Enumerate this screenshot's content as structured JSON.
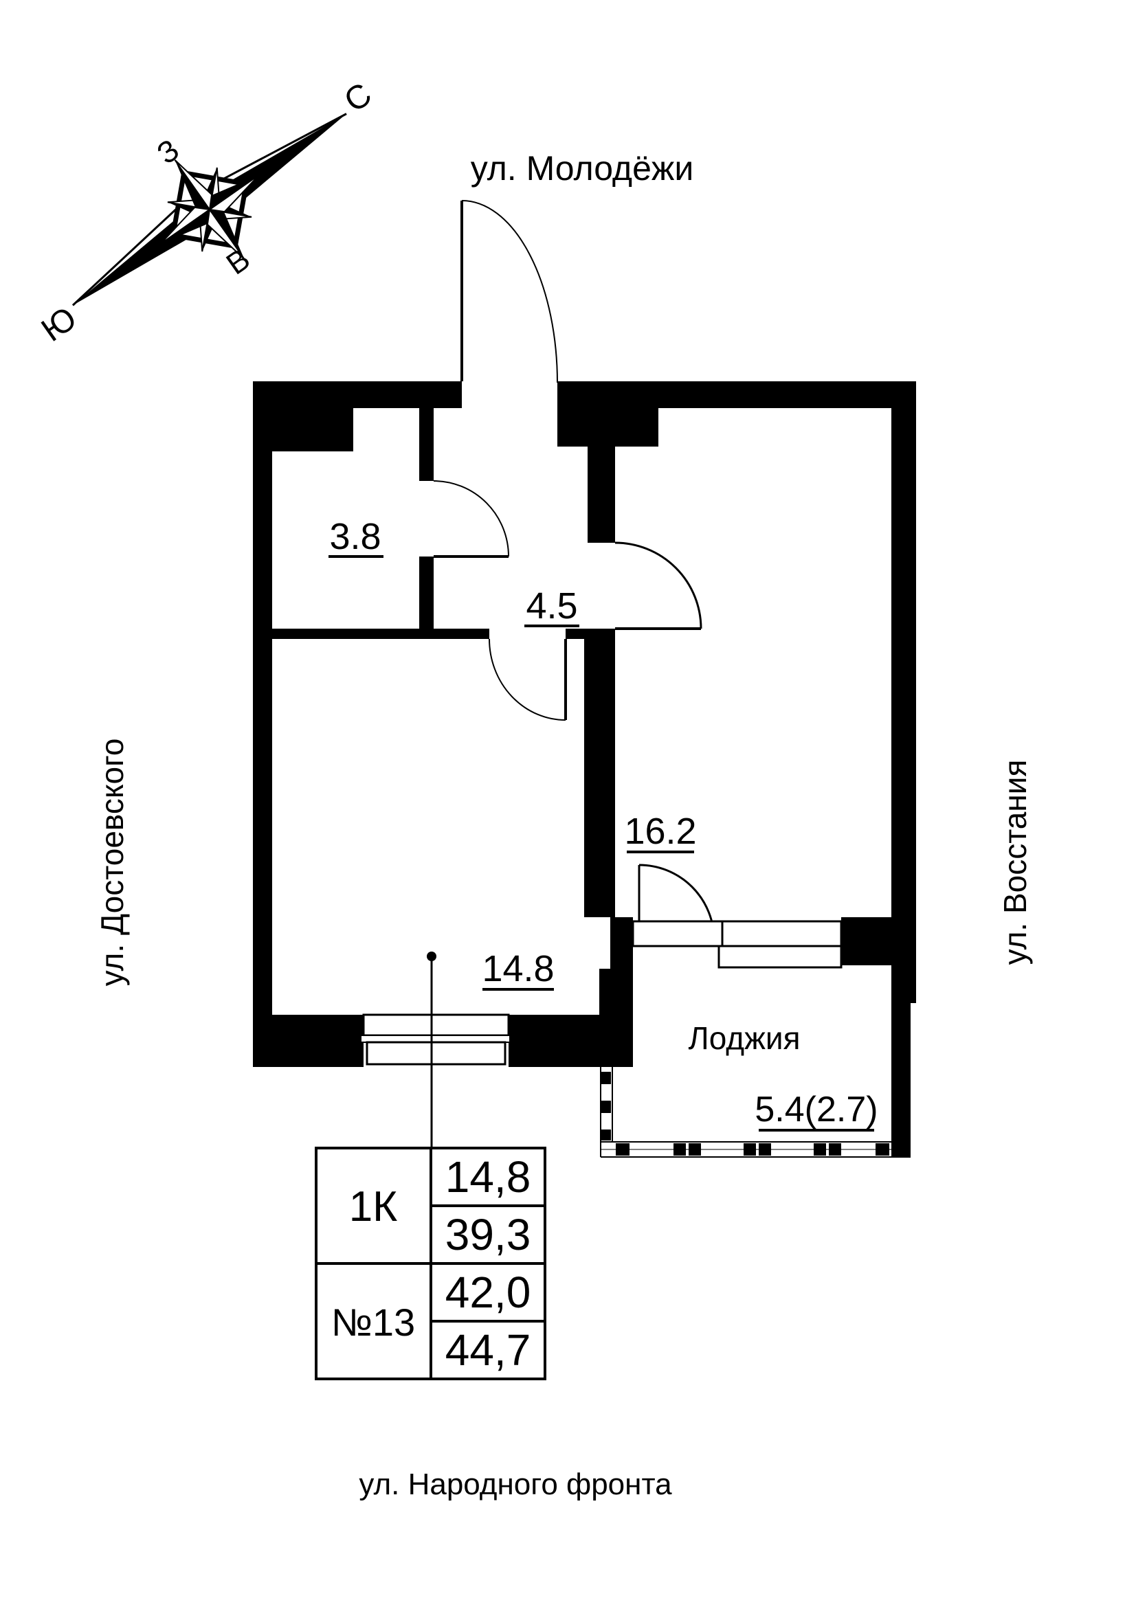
{
  "page": {
    "background": "#ffffff",
    "ink": "#000000"
  },
  "streets": {
    "top": "ул. Молодёжи",
    "bottom": "ул. Народного фронта",
    "left": "ул. Достоевского",
    "right": "ул. Восстания"
  },
  "compass": {
    "north_label": "С",
    "west_label": "З",
    "east_label": "В",
    "south_label": "Ю"
  },
  "plan": {
    "rooms": [
      {
        "name": "bathroom",
        "area_label": "3.8"
      },
      {
        "name": "hallway",
        "area_label": "4.5"
      },
      {
        "name": "kitchen",
        "area_label": "16.2"
      },
      {
        "name": "living-room",
        "area_label": "14.8"
      },
      {
        "name": "loggia",
        "title": "Лоджия",
        "area_label": "5.4(2.7)"
      }
    ]
  },
  "info_table": {
    "apartment_type": "1К",
    "apartment_number": "№13",
    "areas": [
      "14,8",
      "39,3",
      "42,0",
      "44,7"
    ]
  }
}
